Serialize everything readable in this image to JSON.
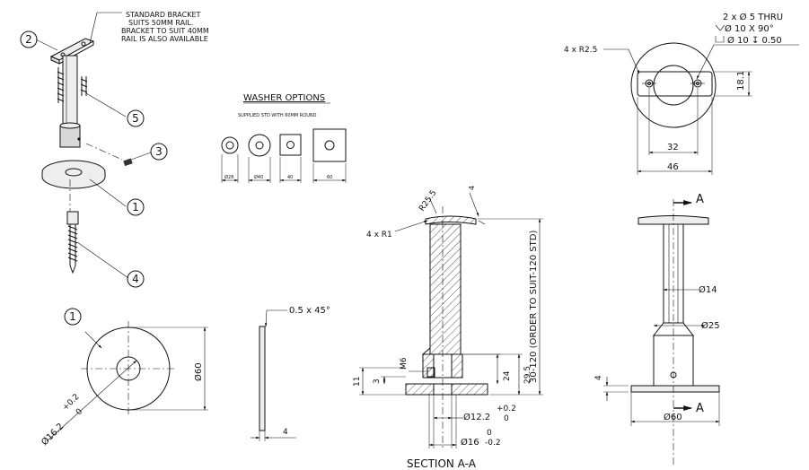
{
  "notes": {
    "bracket_line1": "STANDARD BRACKET",
    "bracket_line2": "SUITS 50MM RAIL.",
    "bracket_line3": "BRACKET TO SUIT 40MM",
    "bracket_line4": "RAIL IS ALSO AVAILABLE"
  },
  "balloons": {
    "b2": "2",
    "b5": "5",
    "b3": "3",
    "b1_iso": "1",
    "b4": "4",
    "b1_plate": "1"
  },
  "washer_options": {
    "title": "WASHER OPTIONS",
    "subtitle": "SUPPLIED STD WITH 60MM ROUND",
    "labels": [
      "Ø28",
      "Ø40",
      "40",
      "60"
    ]
  },
  "hole_callout": {
    "line1": "2 x Ø 5 THRU",
    "line2": "Ø 10 X 90°",
    "line3": "Ø 10 ↧ 0.50"
  },
  "top_view": {
    "radius": "4 x R2.5",
    "dim_height": "18.1",
    "dim_32": "32",
    "dim_46": "46"
  },
  "plate_view": {
    "dia_60": "Ø60",
    "hole": "Ø16.2",
    "tol_upper": "+0.2",
    "tol_lower": "0"
  },
  "edge_view": {
    "chamfer": "0.5 x 45°",
    "thickness": "4"
  },
  "section": {
    "label": "SECTION A-A",
    "r25": "R25.5",
    "four": "4",
    "r1": "4 x R1",
    "length_note": "30-120 (ORDER TO SUIT-120 STD)",
    "m6": "M6",
    "d11": "11",
    "d3": "3",
    "d24": "24",
    "d29": "29.5",
    "d12": "Ø12.2",
    "d12_tol_upper": "+0.2",
    "d12_tol_lower": "0",
    "d16": "Ø16",
    "d16_tol_upper": "0",
    "d16_tol_lower": "-0.2"
  },
  "side_view": {
    "sec_a_top": "A",
    "sec_a_bottom": "A",
    "d14": "Ø14",
    "d25": "Ø25",
    "d60": "Ø60",
    "d4": "4"
  }
}
